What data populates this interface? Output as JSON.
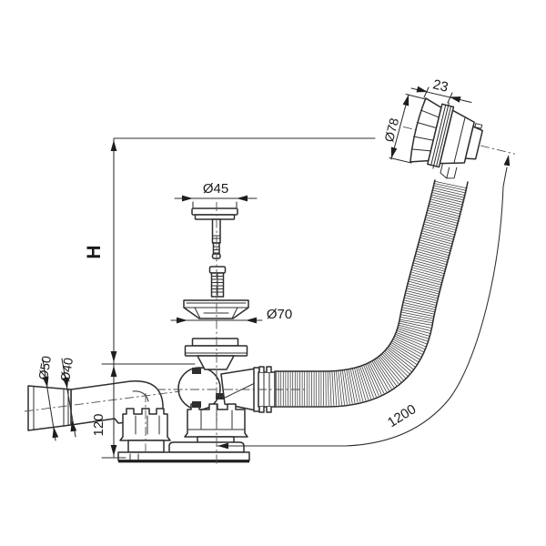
{
  "drawing": {
    "subject": "bath waste and overflow set with flexible hose - technical drawing",
    "background": "#ffffff",
    "line_color": "#2d2d2d",
    "text_color": "#1b1b1b",
    "dimensions": {
      "overflow_cap_depth": "23",
      "overflow_cap_diameter": "Ø78",
      "plug_cap_diameter": "Ø45",
      "flange_diameter": "Ø70",
      "sleeve_outer_diameter": "Ø50",
      "pipe_outer_diameter": "Ø40",
      "installation_height": "H",
      "waste_height": "120",
      "hose_length": "1200"
    },
    "components": [
      "overflow-head",
      "flexible-corrugated-hose",
      "plug-cap",
      "plug-stem",
      "plug-screw",
      "waste-flange",
      "waste-top-flange",
      "waste-ball-body",
      "hose-union-nut",
      "waste-union-nut",
      "trap-base",
      "outlet-union-nut",
      "outlet-elbow",
      "outlet-sleeve"
    ]
  }
}
